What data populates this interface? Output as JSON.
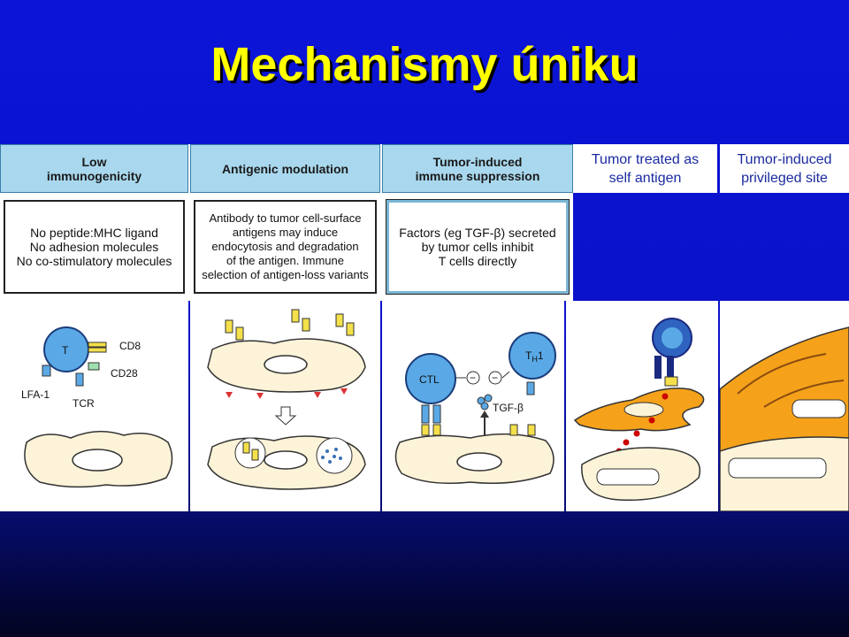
{
  "title": "Mechanismy úniku",
  "columns": [
    {
      "header": "Low\nimmunogenicity",
      "description": "No peptide:MHC ligand\nNo adhesion molecules\nNo co-stimulatory molecules"
    },
    {
      "header": "Antigenic modulation",
      "description": "Antibody to tumor cell-surface\nantigens may induce\nendocytosis and degradation\nof the antigen. Immune\nselection of antigen-loss variants"
    },
    {
      "header": "Tumor-induced\nimmune suppression",
      "description": "Factors (eg TGF-β) secreted\nby tumor cells inhibit\nT cells directly"
    },
    {
      "header": "Tumor treated as\nself antigen"
    },
    {
      "header": "Tumor-induced\nprivileged site"
    }
  ],
  "figure_labels": {
    "t_cell": "T",
    "cd8": "CD8",
    "cd28": "CD28",
    "lfa1": "LFA-1",
    "tcr": "TCR",
    "ctl": "CTL",
    "th1_main": "T",
    "th1_sub": "H",
    "th1_num": "1",
    "tgf": "TGF-β",
    "minus1": "−",
    "minus2": "−"
  },
  "colors": {
    "title": "#ffff00",
    "header_bg": "#a9d8ee",
    "cell_fill": "#fdf3d8",
    "tcell_fill": "#5aa9e6",
    "receptor_yellow": "#f4e04a",
    "tumor_orange": "#f5a21a",
    "apc_blue": "#2f63c0"
  }
}
